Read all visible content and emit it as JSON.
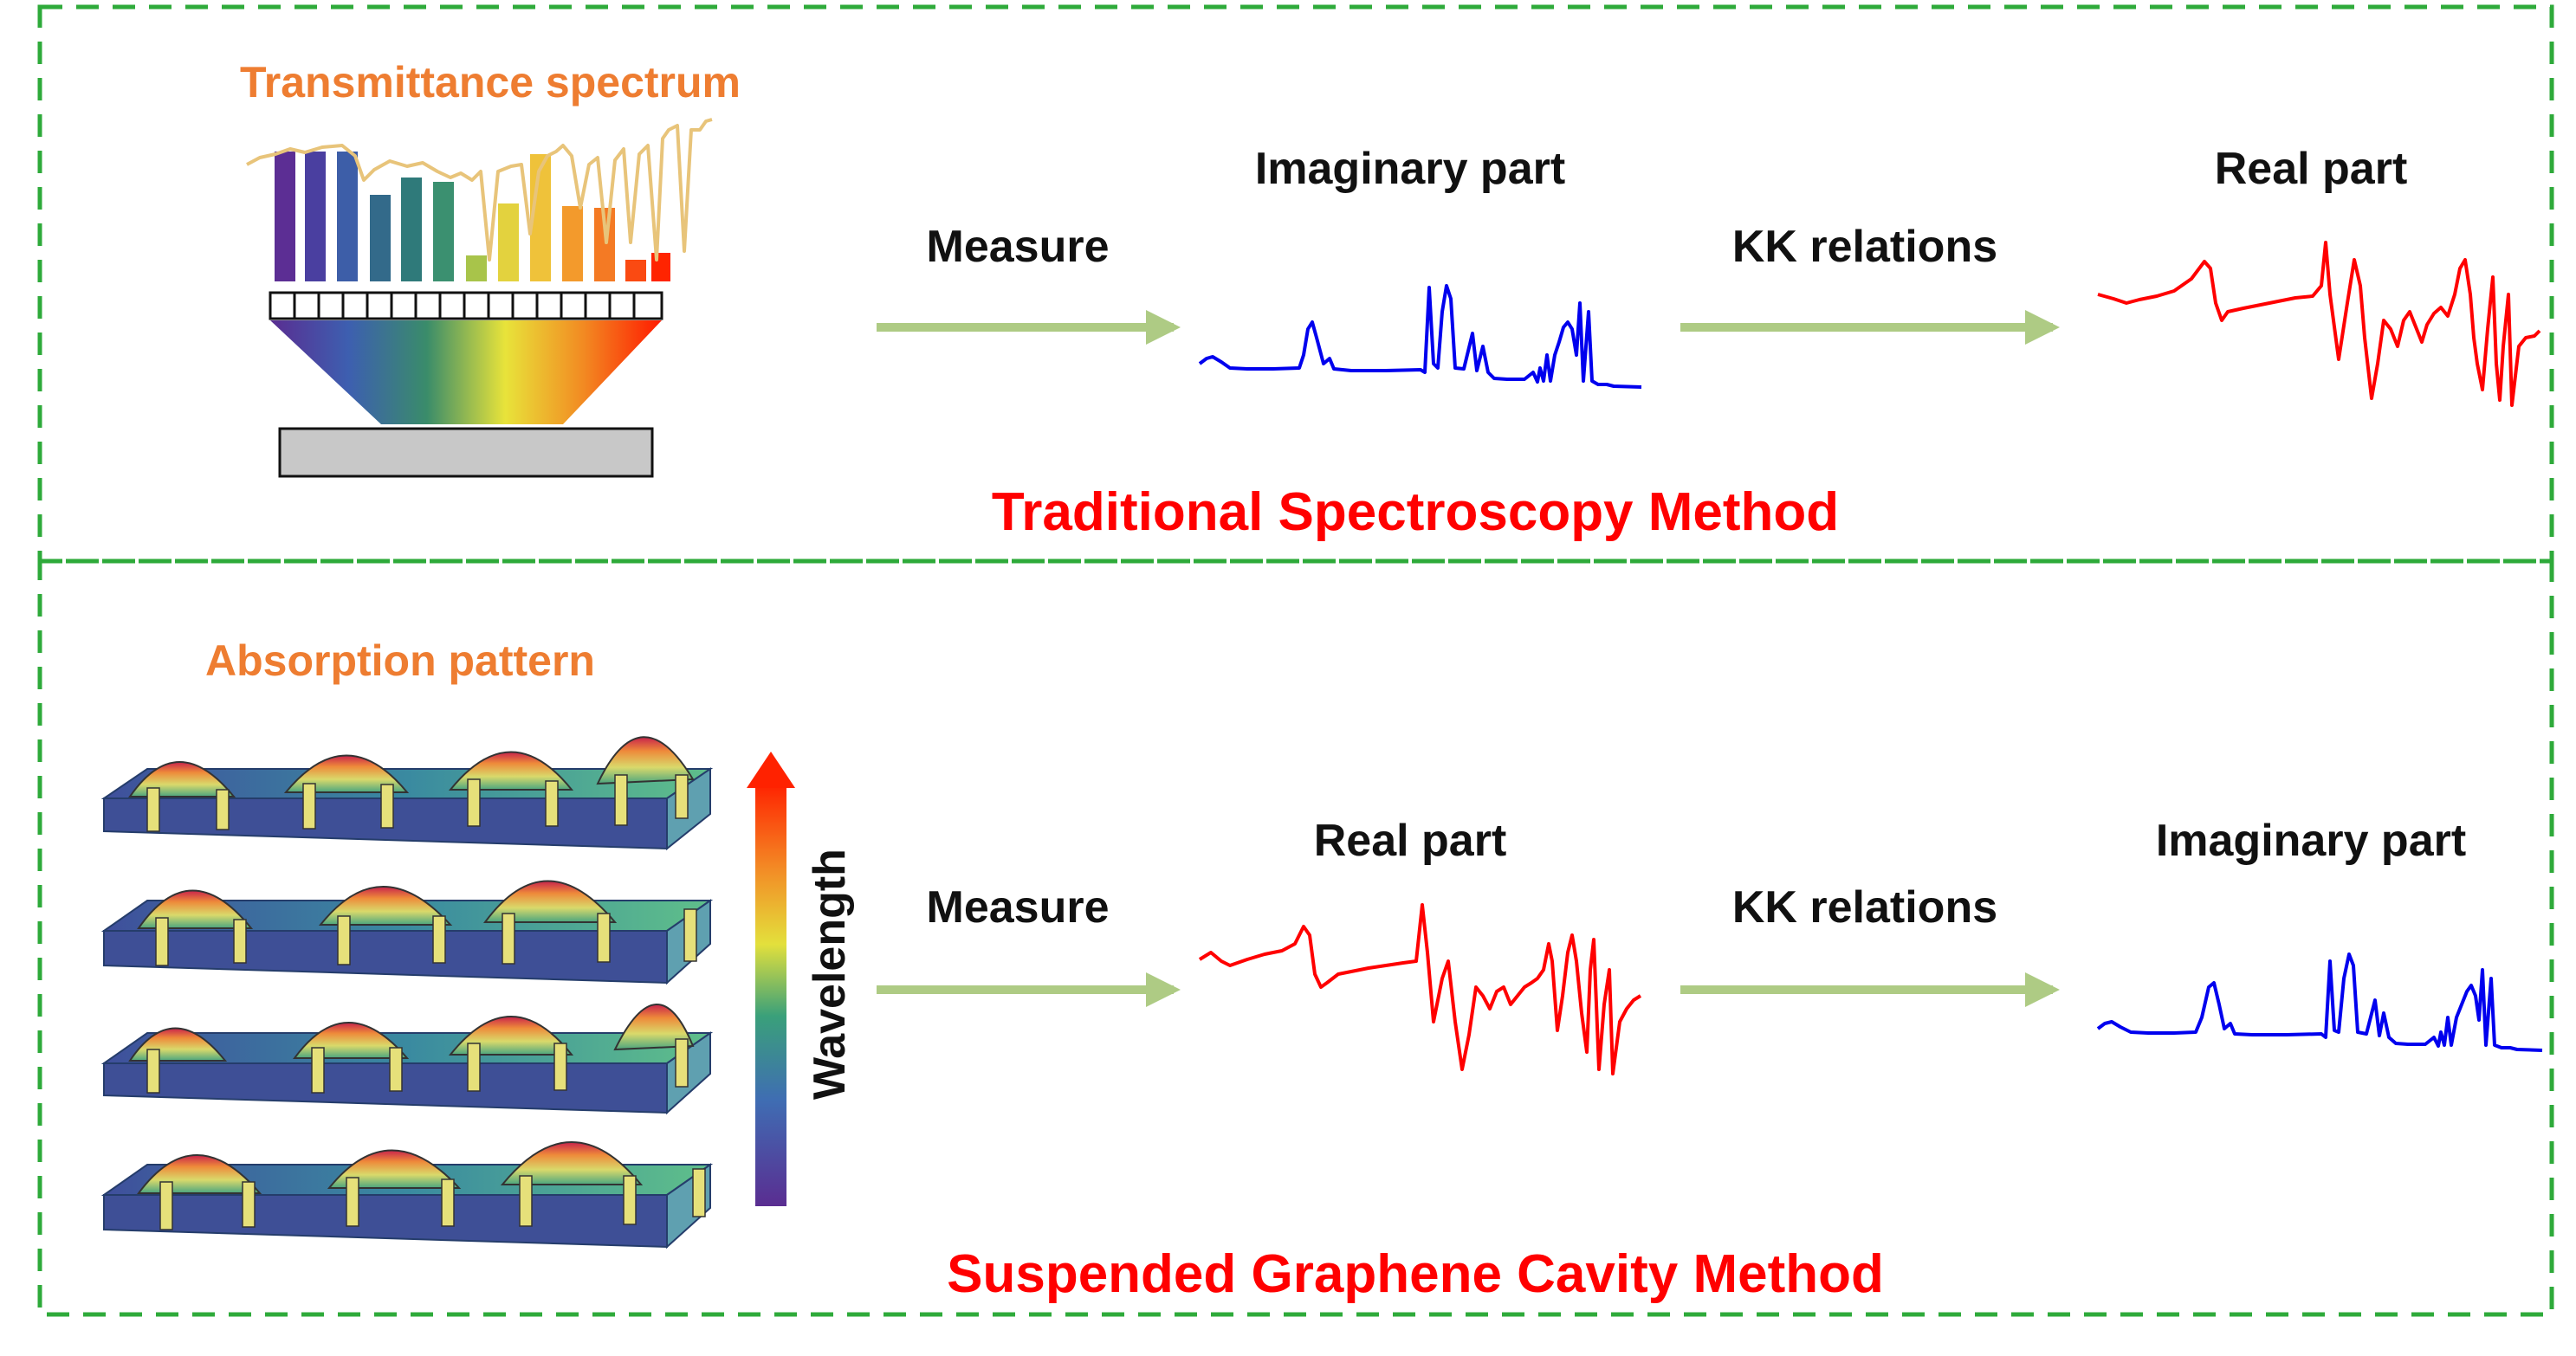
{
  "top": {
    "title": "Traditional Spectroscopy Method",
    "inset_label": "Transmittance spectrum",
    "step1_label": "Measure",
    "step2_label": "KK  relations",
    "measured_label": "Imaginary part",
    "derived_label": "Real part"
  },
  "bottom": {
    "title": "Suspended Graphene Cavity Method",
    "inset_label": "Absorption pattern",
    "colorbar_label": "Wavelength",
    "step1_label": "Measure",
    "step2_label": "KK  relations",
    "measured_label": "Real part",
    "derived_label": "Imaginary part"
  },
  "colors": {
    "frame": "#2eaa3a",
    "title": "#ff0000",
    "inset_label": "#ee7d31",
    "arrow": "#aecb84",
    "imaginary_curve": "#0000ee",
    "real_curve": "#ff0000",
    "text": "#111111"
  },
  "icons": {
    "spectrometer": "prism-detector-icon",
    "absorption": "bar-surface-stack-icon",
    "colorbar": "wavelength-gradient-arrow-icon"
  }
}
